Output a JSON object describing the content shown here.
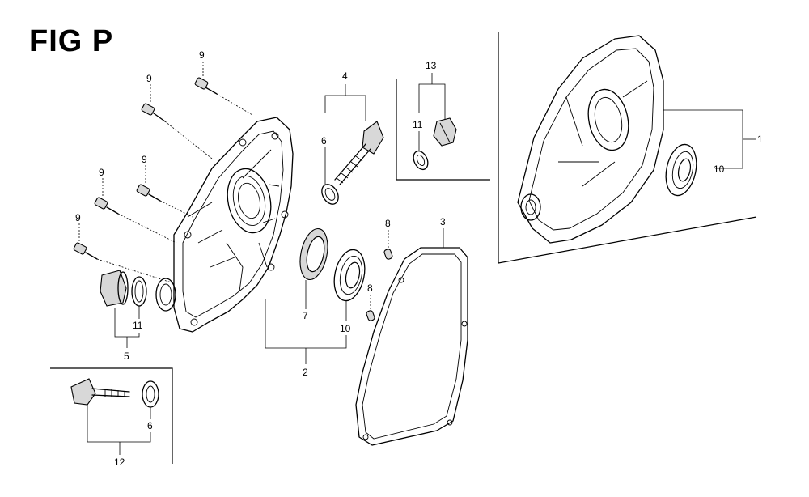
{
  "figure": {
    "title": "FIG P"
  },
  "callouts": {
    "c9a": "9",
    "c9b": "9",
    "c9c": "9",
    "c9d": "9",
    "c9e": "9",
    "c4": "4",
    "c6a": "6",
    "c13": "13",
    "c11a": "11",
    "c8a": "8",
    "c8b": "8",
    "c3": "3",
    "c7": "7",
    "c10a": "10",
    "c2": "2",
    "c11b": "11",
    "c5": "5",
    "c6b": "6",
    "c12": "12",
    "c1": "1",
    "c10b": "10"
  }
}
